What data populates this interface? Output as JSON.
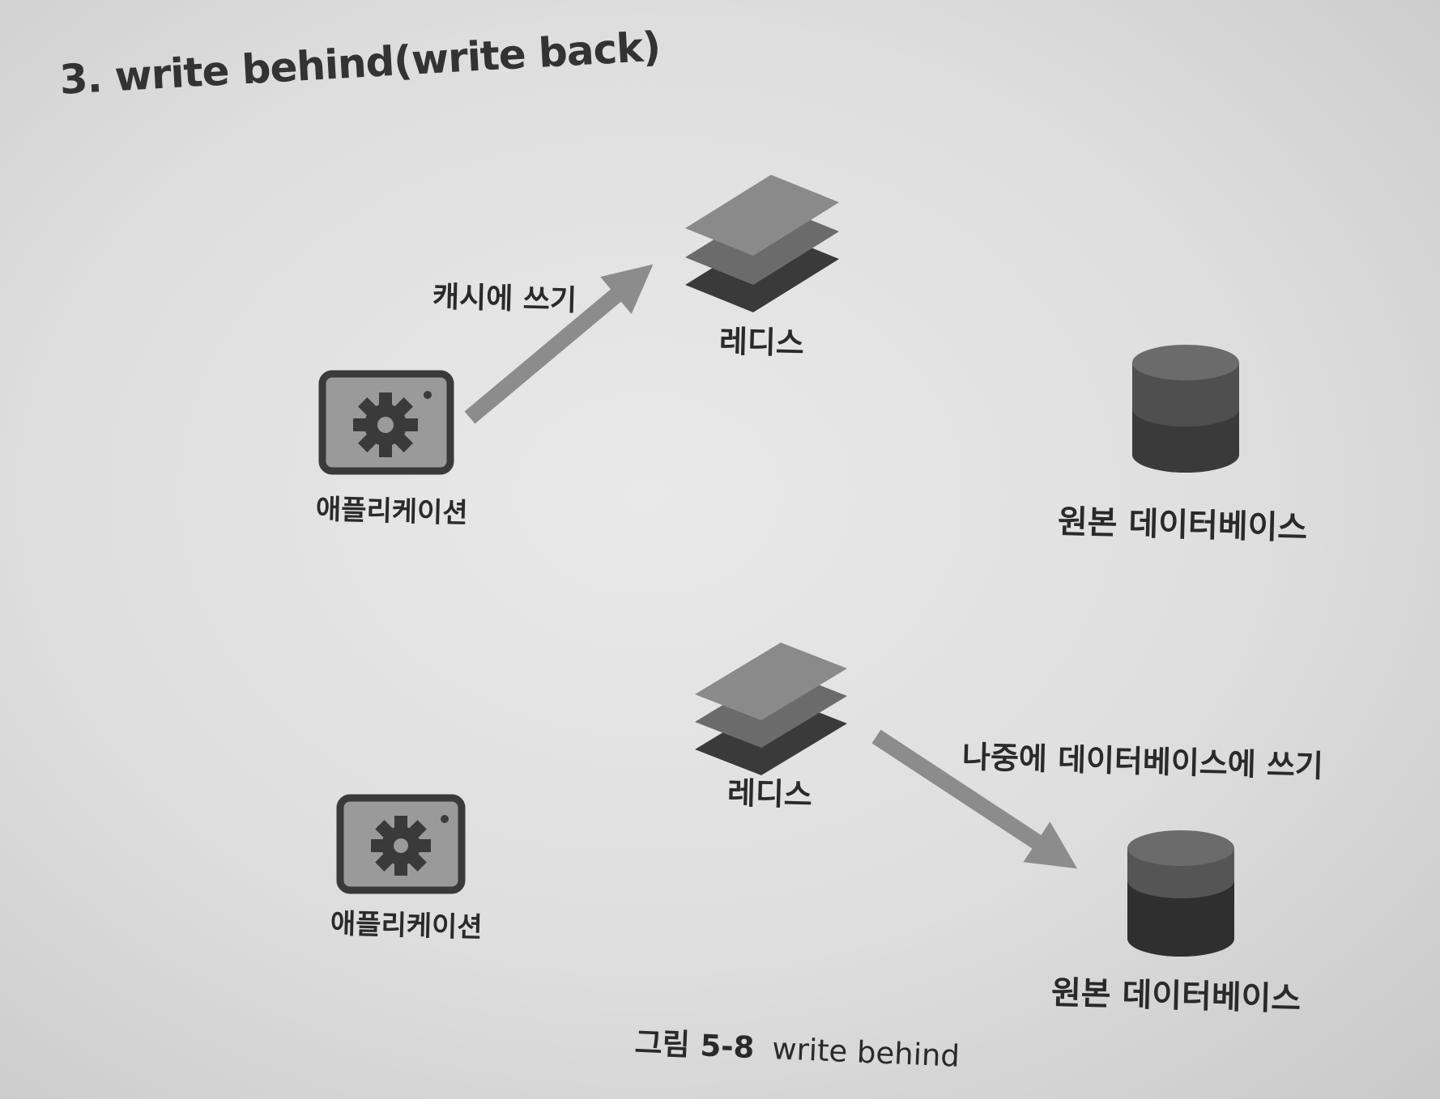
{
  "section_title": "3. write behind(write back)",
  "top_diagram": {
    "app_label": "애플리케이션",
    "cache_label": "레디스",
    "db_label": "원본 데이터베이스",
    "arrow_label": "캐시에 쓰기"
  },
  "bottom_diagram": {
    "app_label": "애플리케이션",
    "cache_label": "레디스",
    "db_label": "원본 데이터베이스",
    "arrow_label": "나중에 데이터베이스에 쓰기"
  },
  "caption": {
    "number": "그림 5-8",
    "text": "write behind"
  },
  "icons": {
    "application": "app-window-gear-icon",
    "cache": "redis-stack-icon",
    "database": "database-cylinder-icon"
  },
  "colors": {
    "icon_dark": "#3a3a3a",
    "icon_mid": "#6b6b6b",
    "icon_light": "#8a8a8a",
    "arrow": "#8c8c8c",
    "window_fill": "#9a9a9a"
  }
}
